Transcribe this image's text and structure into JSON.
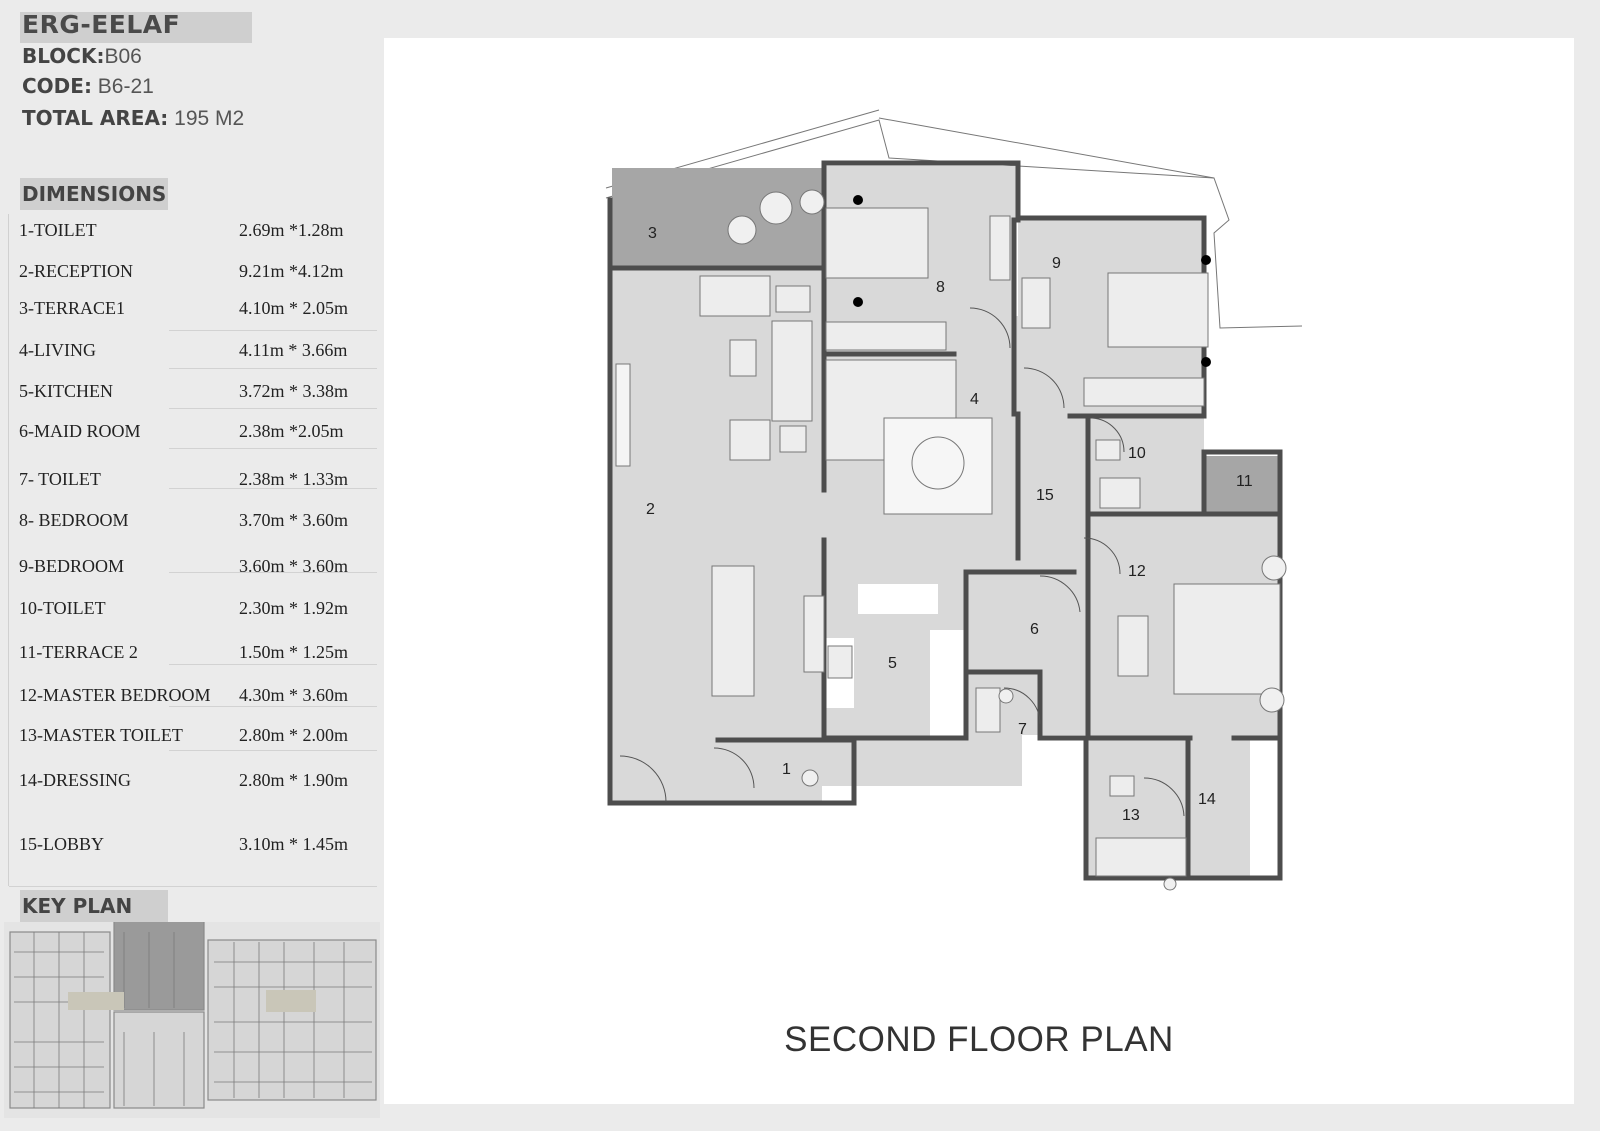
{
  "header": {
    "project": "ERG-EELAF",
    "block_key": "BLOCK:",
    "block_value": "B06",
    "code_key": "CODE:",
    "code_value": "B6-21",
    "area_key": "TOTAL AREA:",
    "area_value": "195 M2"
  },
  "dimensions": {
    "heading": "DIMENSIONS",
    "rows": [
      {
        "name": "1-TOILET",
        "value": "2.69m *1.28m"
      },
      {
        "name": "2-RECEPTION",
        "value": "9.21m *4.12m"
      },
      {
        "name": "3-TERRACE1",
        "value": "4.10m * 2.05m"
      },
      {
        "name": "4-LIVING",
        "value": "4.11m * 3.66m"
      },
      {
        "name": "5-KITCHEN",
        "value": "3.72m * 3.38m"
      },
      {
        "name": "6-MAID ROOM",
        "value": "2.38m *2.05m"
      },
      {
        "name": "7- TOILET",
        "value": "2.38m * 1.33m"
      },
      {
        "name": "8- BEDROOM",
        "value": "3.70m * 3.60m"
      },
      {
        "name": "9-BEDROOM",
        "value": "3.60m * 3.60m"
      },
      {
        "name": "10-TOILET",
        "value": "2.30m * 1.92m"
      },
      {
        "name": "11-TERRACE 2",
        "value": "1.50m * 1.25m"
      },
      {
        "name": "12-MASTER BEDROOM",
        "value": "4.30m * 3.60m"
      },
      {
        "name": "13-MASTER TOILET",
        "value": "2.80m * 2.00m"
      },
      {
        "name": "14-DRESSING",
        "value": "2.80m * 1.90m"
      },
      {
        "name": "15-LOBBY",
        "value": "3.10m * 1.45m"
      }
    ]
  },
  "key_plan": {
    "heading": "KEY PLAN"
  },
  "plan": {
    "caption": "SECOND FLOOR PLAN",
    "room_numbers": [
      "1",
      "2",
      "3",
      "4",
      "5",
      "6",
      "7",
      "8",
      "9",
      "10",
      "11",
      "12",
      "13",
      "14",
      "15"
    ]
  },
  "colors": {
    "background": "#ebebeb",
    "panel": "#ffffff",
    "floor": "#d9d9d9",
    "terrace": "#a6a6a6",
    "wall": "#4d4d4d",
    "label_box": "#cfcfcf"
  }
}
